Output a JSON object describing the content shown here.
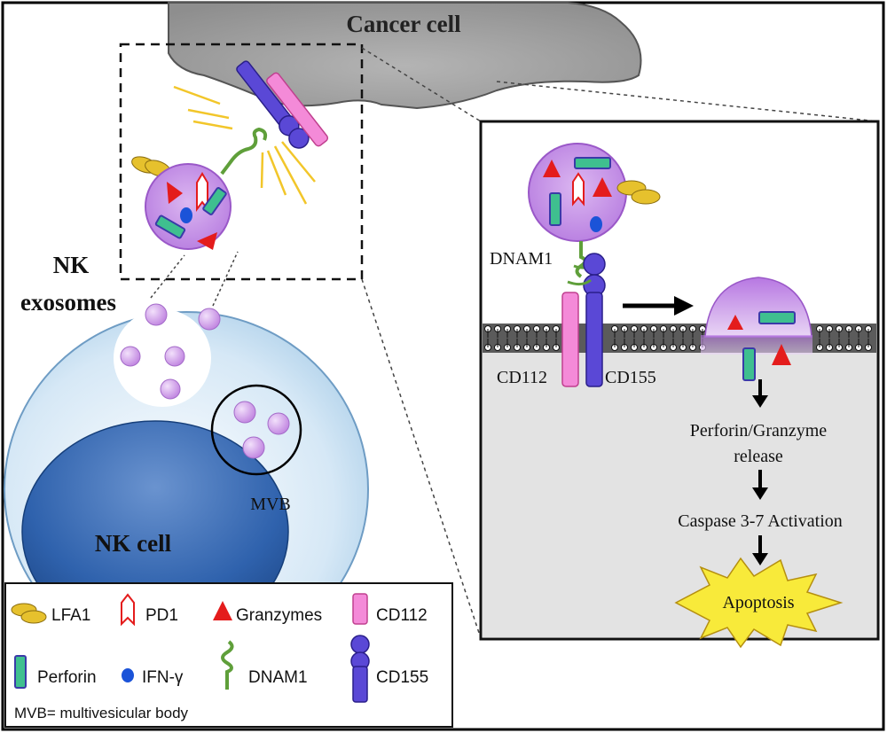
{
  "figure": {
    "cancer_cell_label": "Cancer cell",
    "nk_exosomes_label_line1": "NK",
    "nk_exosomes_label_line2": "exosomes",
    "nk_cell_label": "NK cell",
    "mvb_label": "MVB"
  },
  "detail_panel": {
    "dnam1_label": "DNAM1",
    "cd112_label": "CD112",
    "cd155_label": "CD155",
    "steps": [
      "Perforin/Granzyme",
      "release",
      "Caspase 3-7 Activation"
    ],
    "outcome_label": "Apoptosis"
  },
  "legend": {
    "items": [
      {
        "label": "LFA1",
        "icon": "lfa1-icon"
      },
      {
        "label": "PD1",
        "icon": "pd1-icon"
      },
      {
        "label": "Granzymes",
        "icon": "granzyme-icon"
      },
      {
        "label": "CD112",
        "icon": "cd112-icon"
      },
      {
        "label": "Perforin",
        "icon": "perforin-icon"
      },
      {
        "label": "IFN-γ",
        "icon": "ifn-gamma-icon"
      },
      {
        "label": "DNAM1",
        "icon": "dnam1-icon"
      },
      {
        "label": "CD155",
        "icon": "cd155-icon"
      }
    ],
    "footnote": "MVB= multivesicular body"
  },
  "colors": {
    "exosome": "#c58ee6",
    "perforin": "#3fbf8f",
    "granzyme": "#e41c1c",
    "lfa1": "#e6c12d",
    "cd112": "#f48ad8",
    "cd155": "#5a48d6",
    "ifn_gamma": "#1b53d8",
    "dnam1": "#5f9f3a",
    "apoptosis": "#f8ea3a"
  }
}
